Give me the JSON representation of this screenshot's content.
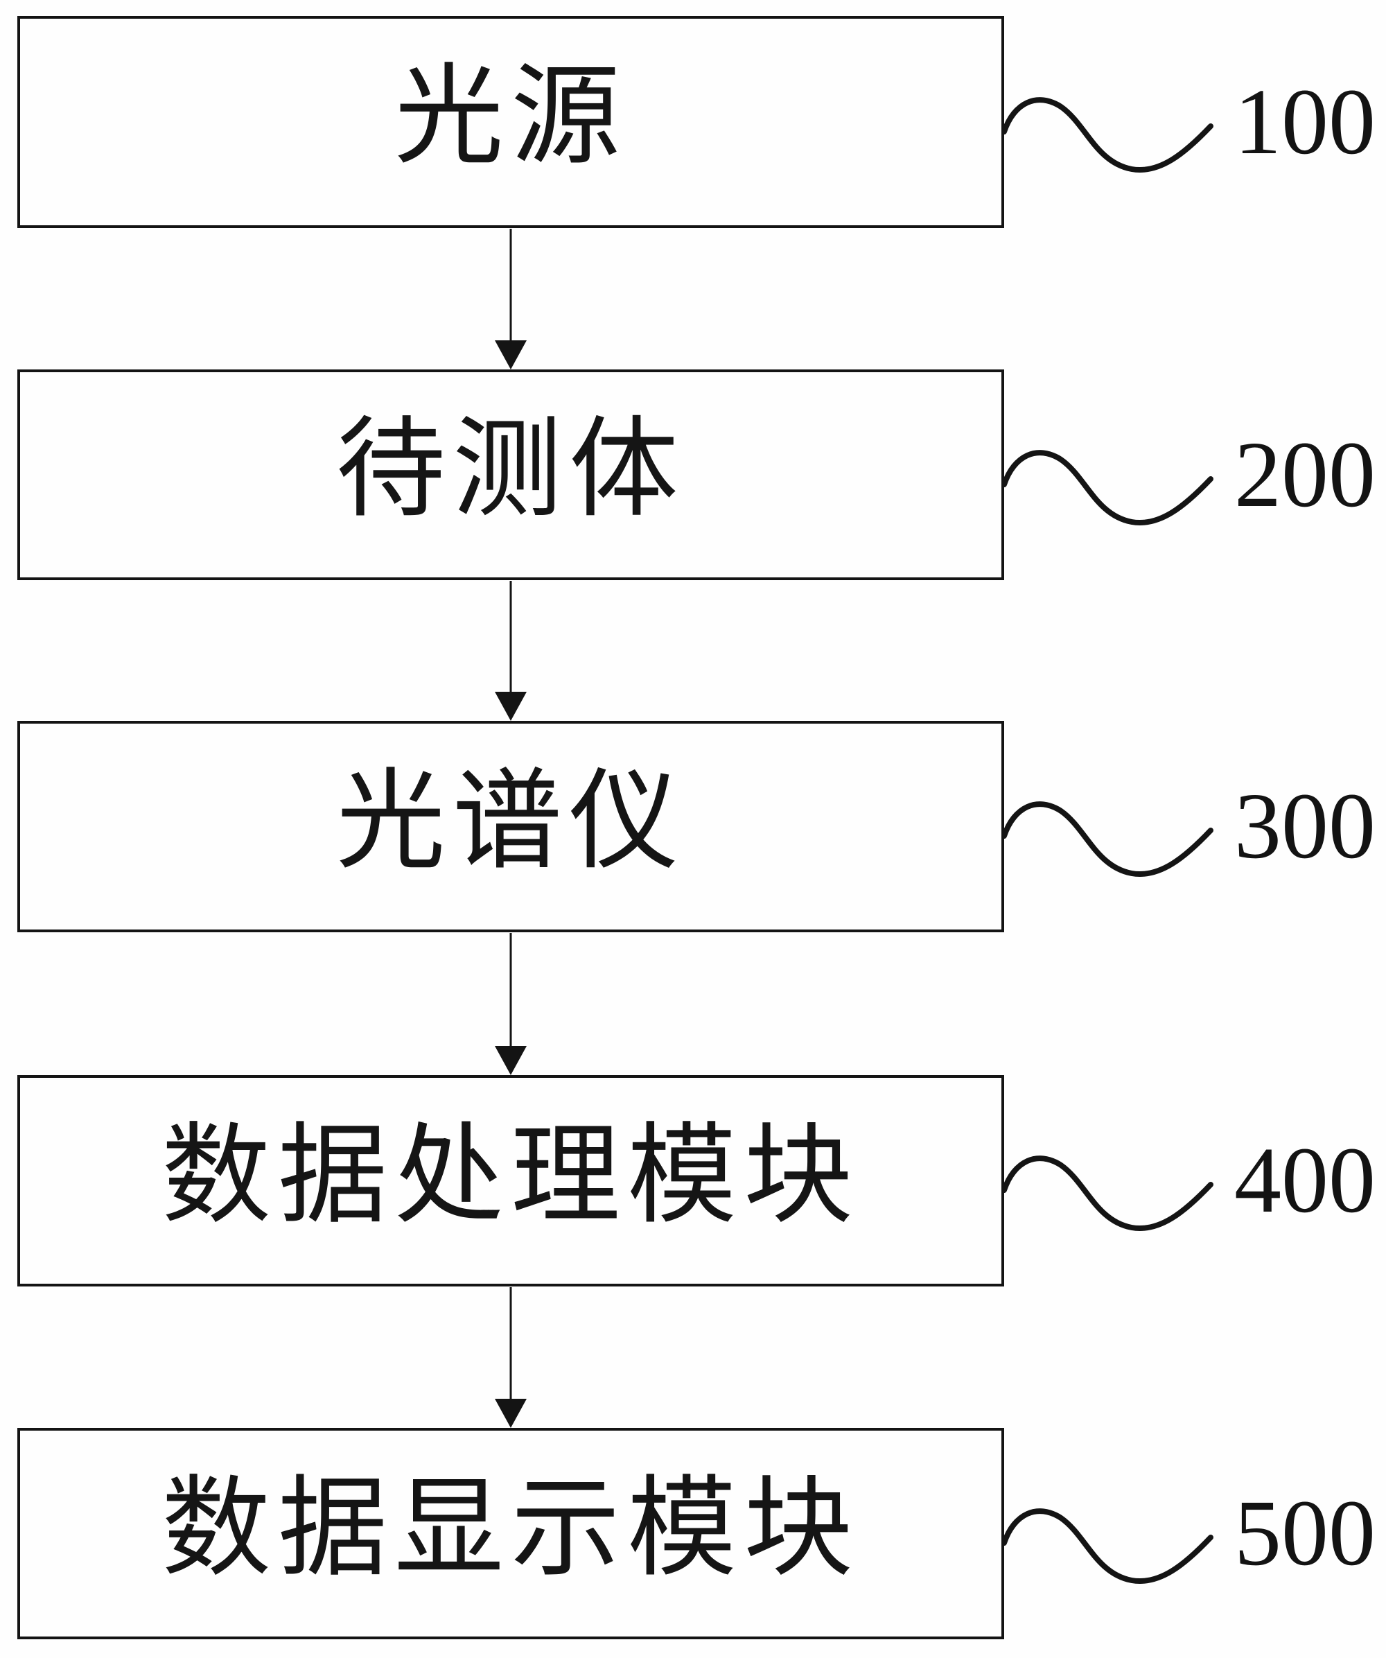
{
  "figure": {
    "kind": "patent-style block flow diagram",
    "background_color": "#fefefe",
    "line_color": "#141414"
  },
  "modules": [
    {
      "label": "光源",
      "ref": "100"
    },
    {
      "label": "待测体",
      "ref": "200"
    },
    {
      "label": "光谱仪",
      "ref": "300"
    },
    {
      "label": "数据处理模块",
      "ref": "400"
    },
    {
      "label": "数据显示模块",
      "ref": "500"
    }
  ],
  "connectors": {
    "arrow_count": 4,
    "direction": "top-to-bottom",
    "leader_style": "wavy line from box right edge to reference number"
  }
}
